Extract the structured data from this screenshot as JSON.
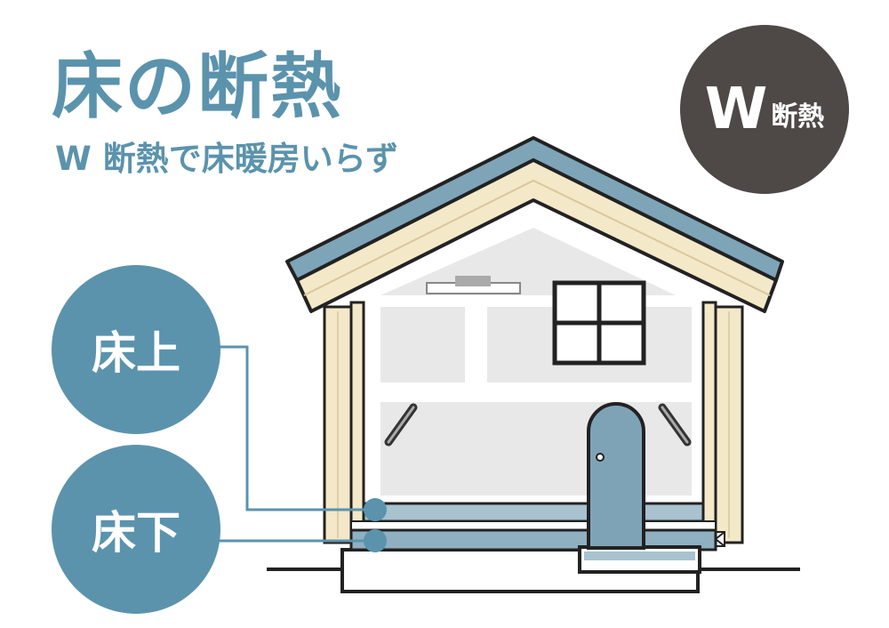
{
  "title": "床の断熱",
  "subtitle": "W 断熱で床暖房いらず",
  "badge": {
    "letter": "W",
    "text": "断熱"
  },
  "labels": {
    "floor_upper": "床上",
    "floor_lower": "床下"
  },
  "colors": {
    "accent_blue": "#5b93ad",
    "badge_dark": "#4e4846",
    "insulation_cream": "#f3e8c8",
    "roof_blue": "#7ea4b8",
    "interior_gray": "#e8e8e8",
    "door_blue": "#7fa3b6"
  },
  "icons": [
    "house-illustration",
    "window-icon",
    "door-icon",
    "air-vent-icon"
  ]
}
